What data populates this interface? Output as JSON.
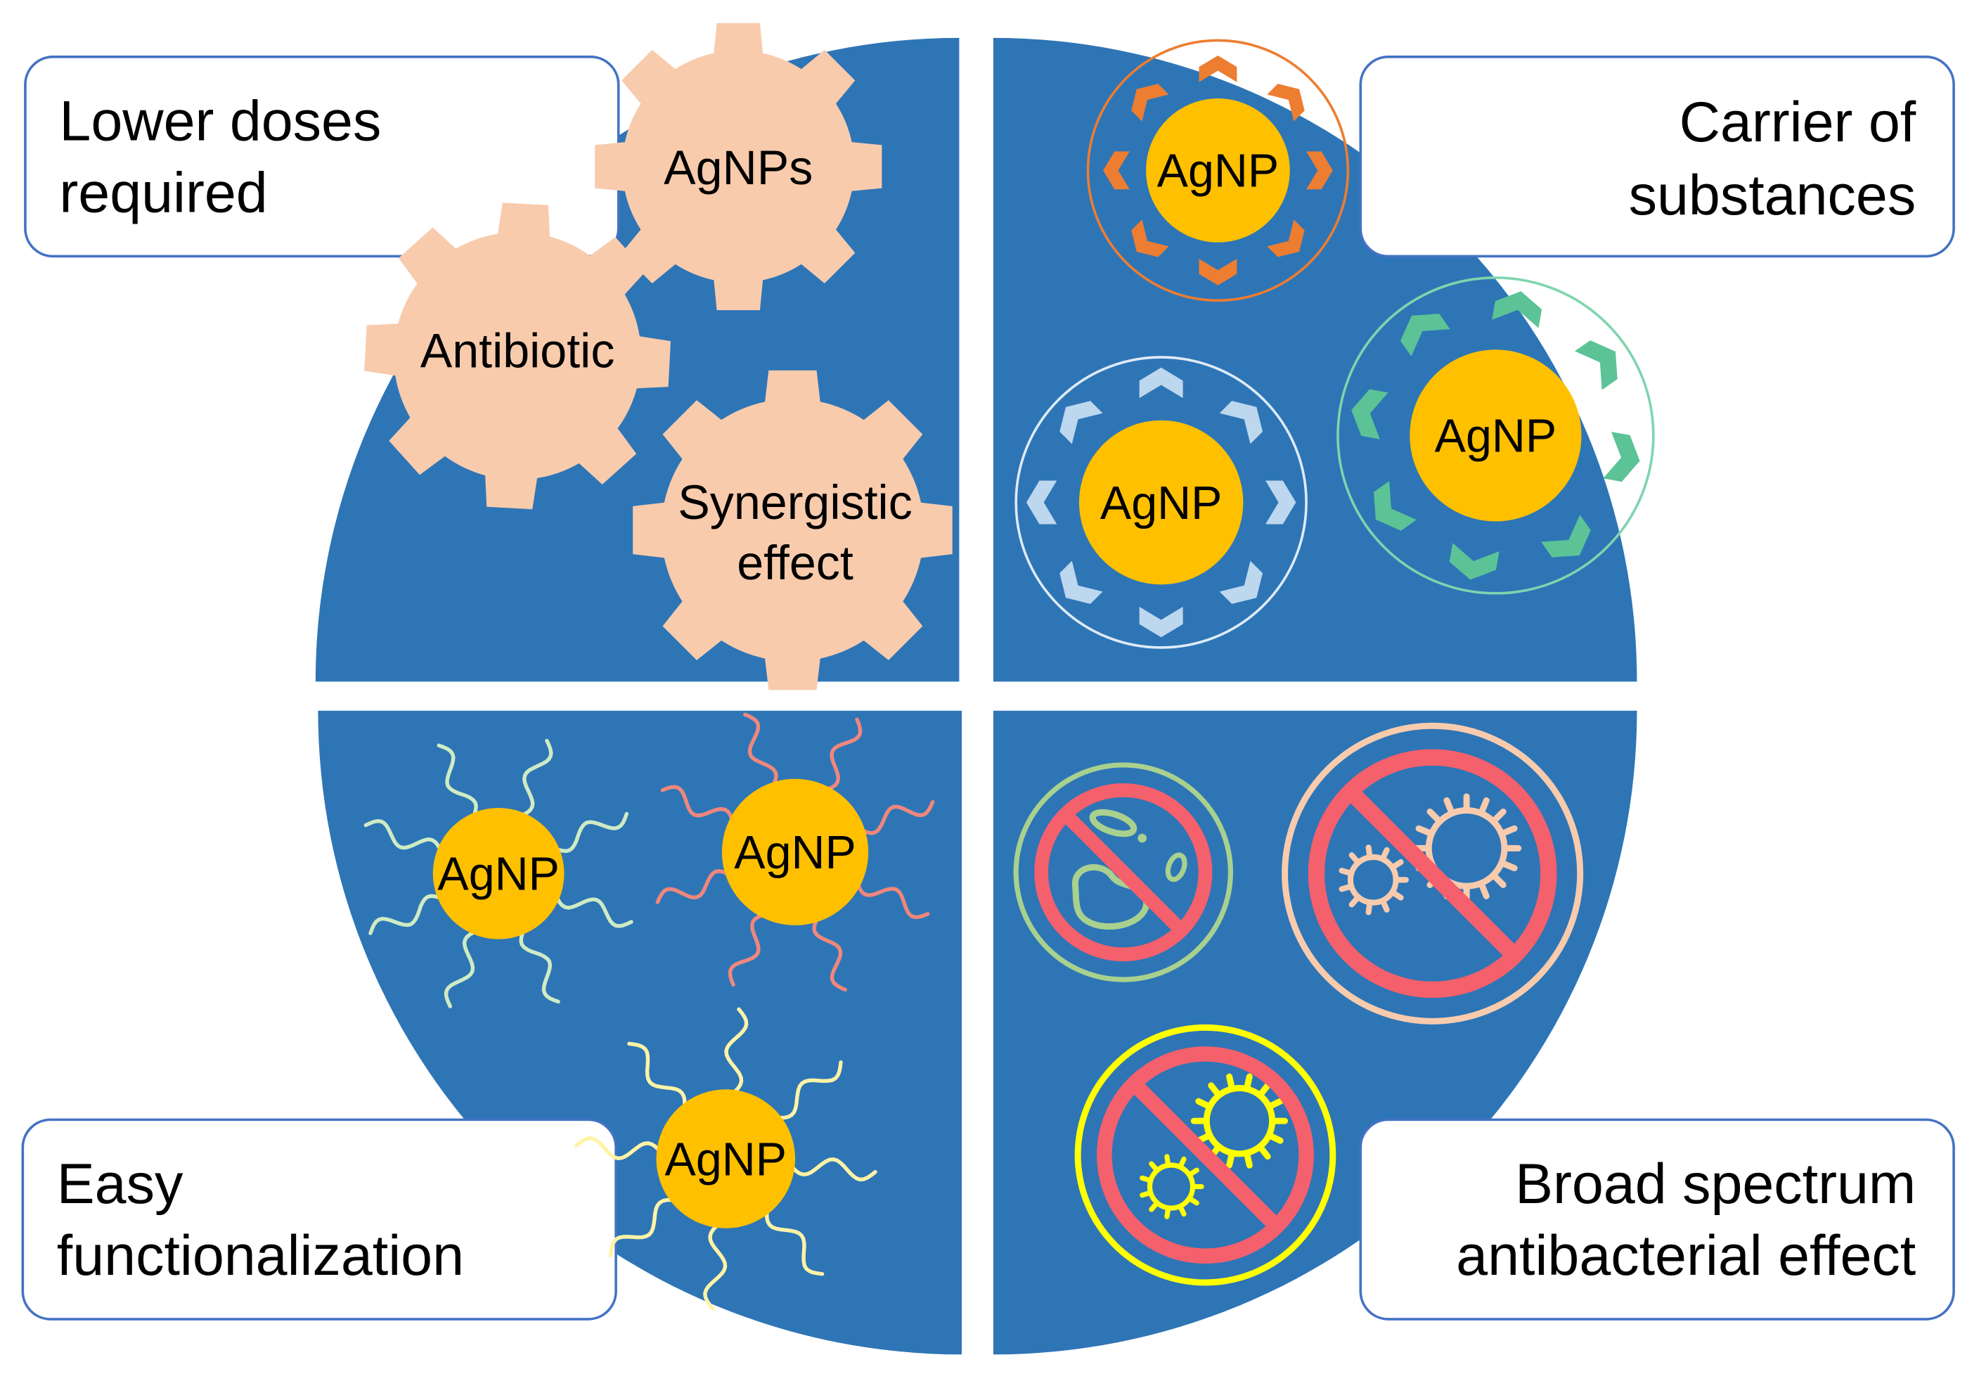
{
  "colors": {
    "background": "#FFFFFF",
    "quadrant": "#2E75B6",
    "box_fill": "#FFFFFF",
    "box_border": "#4472C4",
    "text": "#000000",
    "gear": "#F8CBAD",
    "nanoparticle": "#FFC000",
    "prohibition": "#F4606B"
  },
  "label_boxes": [
    {
      "lines": [
        "Lower doses",
        "required"
      ]
    },
    {
      "lines": [
        "Carrier of",
        "substances"
      ]
    },
    {
      "lines": [
        "Easy",
        "functionalization"
      ]
    },
    {
      "lines": [
        "Broad spectrum",
        "antibacterial effect"
      ]
    }
  ],
  "gears": [
    {
      "icon": "gear-icon",
      "label_lines": [
        "AgNPs"
      ]
    },
    {
      "icon": "gear-icon",
      "label_lines": [
        "Antibiotic"
      ]
    },
    {
      "icon": "gear-icon",
      "label_lines": [
        "Synergistic",
        "effect"
      ]
    }
  ],
  "carrier_particles": [
    {
      "label": "AgNP",
      "cargo_icon": "chevron-icon",
      "cargo_color": "#ED7D31",
      "ring_color": "#ED7D31"
    },
    {
      "label": "AgNP",
      "cargo_icon": "chevron-icon",
      "cargo_color": "#BDD7EE",
      "ring_color": "#DEEBF7"
    },
    {
      "label": "AgNP",
      "cargo_icon": "chevron-icon",
      "cargo_color": "#5CC396",
      "ring_color": "#7FD4AE"
    }
  ],
  "functionalized_particles": [
    {
      "label": "AgNP",
      "ligand_color": "#CFEBC3"
    },
    {
      "label": "AgNP",
      "ligand_color": "#F0877C"
    },
    {
      "label": "AgNP",
      "ligand_color": "#FFF3A6"
    }
  ],
  "prohibited_microbes": [
    {
      "icon": "bacteria-icon",
      "ring_color": "#A9D18E",
      "microbe_color": "#A9D18E"
    },
    {
      "icon": "bacteria-icon",
      "ring_color": "#F8CBAD",
      "microbe_color": "#F8CBAD"
    },
    {
      "icon": "virus-icon",
      "ring_color": "#FFFF00",
      "microbe_color": "#FFFF00"
    }
  ]
}
